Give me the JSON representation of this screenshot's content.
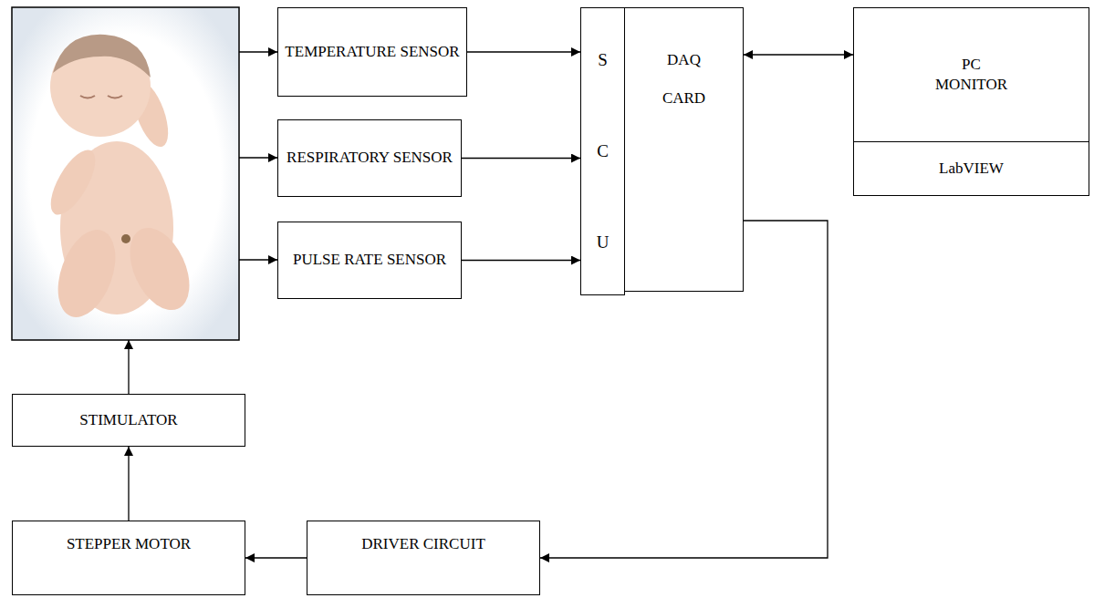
{
  "diagram": {
    "nodes": [
      {
        "text": [
          "TEMPERATURE SENSOR"
        ]
      },
      {
        "text": [
          "RESPIRATORY SENSOR"
        ]
      },
      {
        "text": [
          "PULSE RATE SENSOR"
        ]
      },
      {
        "text": [
          "S C U"
        ]
      },
      {
        "text": [
          "DAQ CARD"
        ]
      },
      {
        "text": [
          "PC MONITOR",
          "LabVIEW"
        ]
      },
      {
        "text": [
          "STIMULATOR"
        ]
      },
      {
        "text": [
          "STEPPER MOTOR"
        ]
      },
      {
        "text": [
          "DRIVER CIRCUIT"
        ]
      }
    ],
    "edges": [
      {
        "from": 0,
        "to": 3,
        "arrow": "to"
      },
      {
        "from": 1,
        "to": 3,
        "arrow": "to"
      },
      {
        "from": 2,
        "to": 3,
        "arrow": "to"
      },
      {
        "from": 4,
        "to": 5,
        "arrow": "both"
      },
      {
        "from": 4,
        "to": 8,
        "arrow": "to"
      },
      {
        "from": 8,
        "to": 7,
        "arrow": "to"
      },
      {
        "from": 7,
        "to": 6,
        "arrow": "to"
      }
    ]
  }
}
